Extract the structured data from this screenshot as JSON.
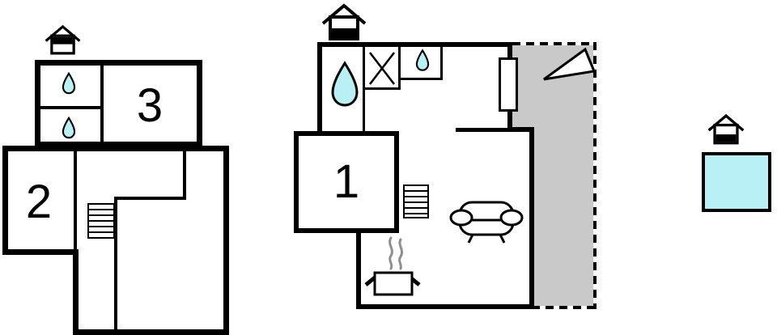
{
  "colors": {
    "wall": "#000000",
    "water": "#b9f0f6",
    "terrace": "#c9c9c9",
    "steam": "#8f8f8f",
    "paper": "#ffffff"
  },
  "plans": {
    "upper_floor": {
      "level_icon": "house-upper-level",
      "rooms": [
        {
          "label": "3"
        },
        {
          "label": "2"
        }
      ],
      "features": [
        "bathroom-waterdrop",
        "bathroom-waterdrop",
        "staircase"
      ]
    },
    "ground_floor": {
      "level_icon": "house-ground-level",
      "rooms": [
        {
          "label": "1"
        }
      ],
      "features": [
        "bathroom-waterdrop",
        "stove-cross",
        "sink-waterdrop",
        "window-marker",
        "staircase",
        "sofa",
        "cooking-pot",
        "terrace",
        "north-arrow"
      ]
    },
    "outdoor": {
      "level_icon": "house-ground-level",
      "features": [
        "pool"
      ]
    }
  }
}
